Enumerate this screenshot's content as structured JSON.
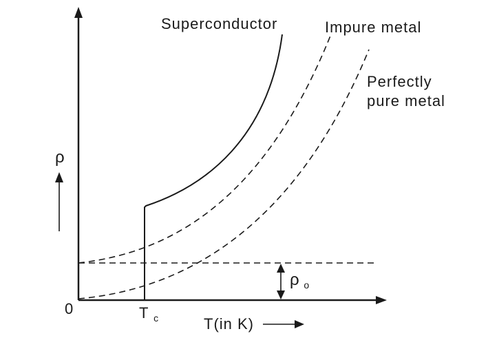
{
  "diagram": {
    "curves": {
      "superconductor": "Superconductor",
      "impure_metal": "Impure metal",
      "pure_metal_line1": "Perfectly",
      "pure_metal_line2": "pure metal"
    },
    "axes": {
      "y_symbol": "ρ",
      "x_label": "T(in K)",
      "origin": "0",
      "tc_main": "T",
      "tc_sub": "c"
    },
    "residual": {
      "symbol": "ρ",
      "subscript": "o"
    }
  }
}
